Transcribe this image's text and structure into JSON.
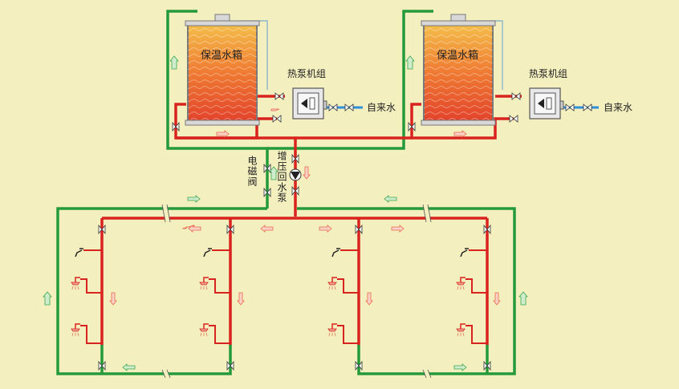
{
  "labels": {
    "tank_left": "保温水箱",
    "tank_right": "保温水箱",
    "heat_pump_left": "热泵机组",
    "heat_pump_right": "热泵机组",
    "tap_water_left": "自来水",
    "tap_water_right": "自来水",
    "solenoid_valve": "电磁阀",
    "booster_pump": "增压回水泵"
  },
  "colors": {
    "background": "#f3efbf",
    "hot_pipe": "#d9231f",
    "return_pipe": "#249a3b",
    "cold_pipe": "#2f8fd8",
    "tank_top": "#f4b33a",
    "tank_bottom": "#e2402a"
  }
}
